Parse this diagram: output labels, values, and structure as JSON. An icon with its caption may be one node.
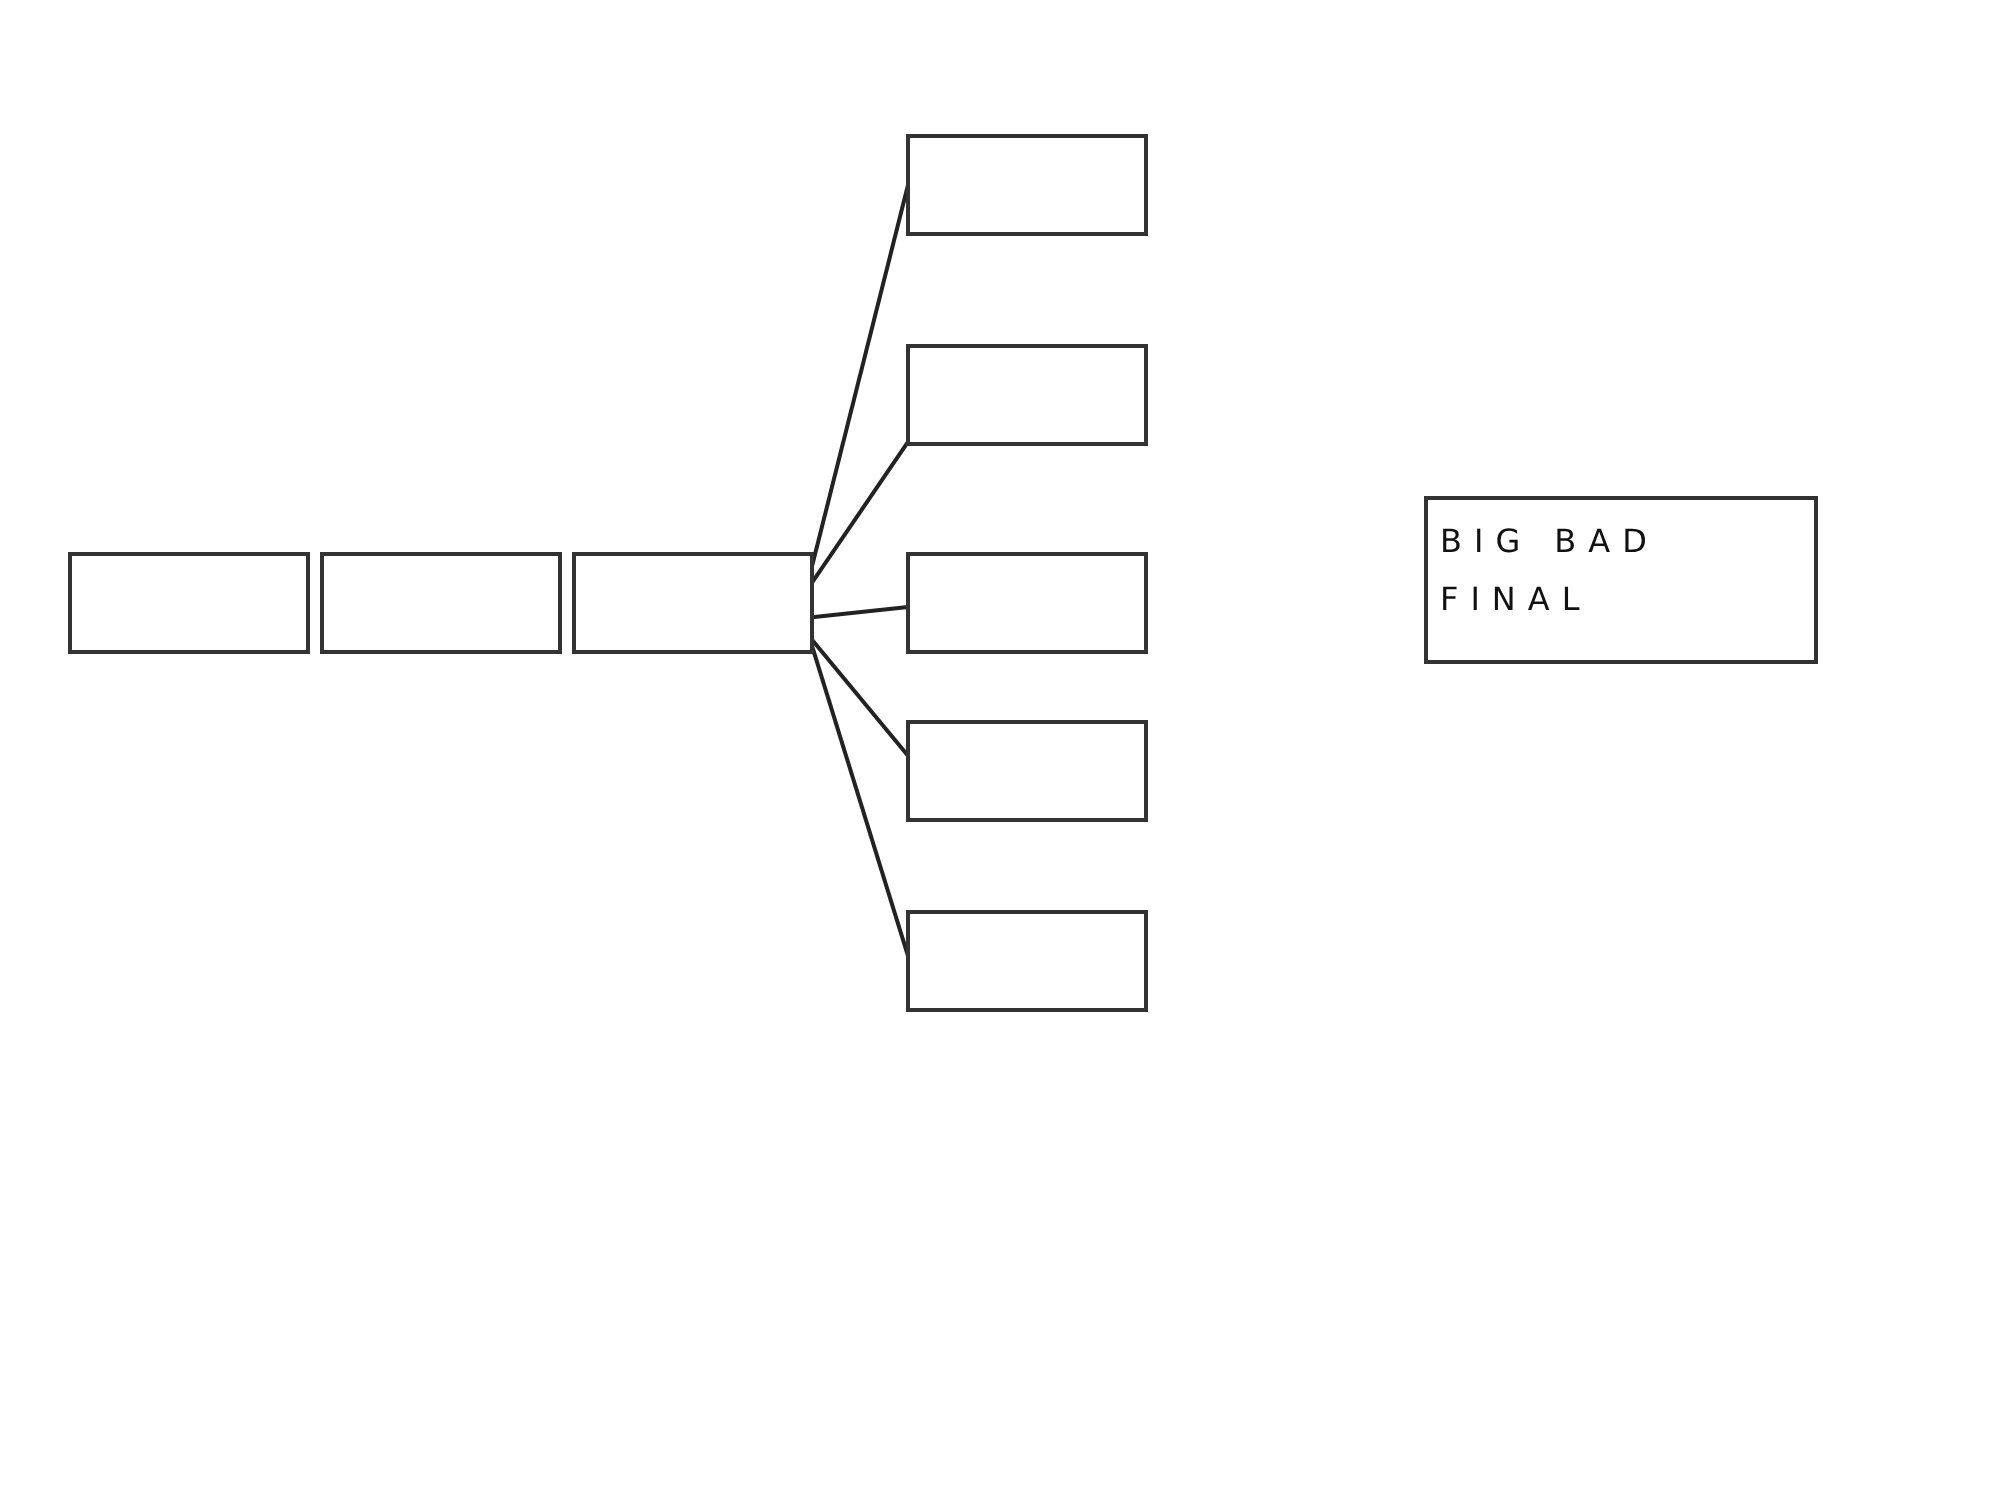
{
  "diagram": {
    "nodes": [
      {
        "text": [],
        "shape": "box"
      },
      {
        "text": [],
        "shape": "box"
      },
      {
        "text": [],
        "shape": "box"
      },
      {
        "text": [],
        "shape": "box"
      },
      {
        "text": [],
        "shape": "box"
      },
      {
        "text": [],
        "shape": "box"
      },
      {
        "text": [],
        "shape": "box"
      },
      {
        "text": [],
        "shape": "box"
      },
      {
        "text": [
          "BIG BAD FINAL"
        ]
      }
    ],
    "edges": [
      {
        "from": 2,
        "to": 3,
        "arrow": "none"
      },
      {
        "from": 2,
        "to": 4,
        "arrow": "none"
      },
      {
        "from": 2,
        "to": 5,
        "arrow": "none"
      },
      {
        "from": 2,
        "to": 6,
        "arrow": "none"
      },
      {
        "from": 2,
        "to": 7,
        "arrow": "none"
      }
    ]
  }
}
